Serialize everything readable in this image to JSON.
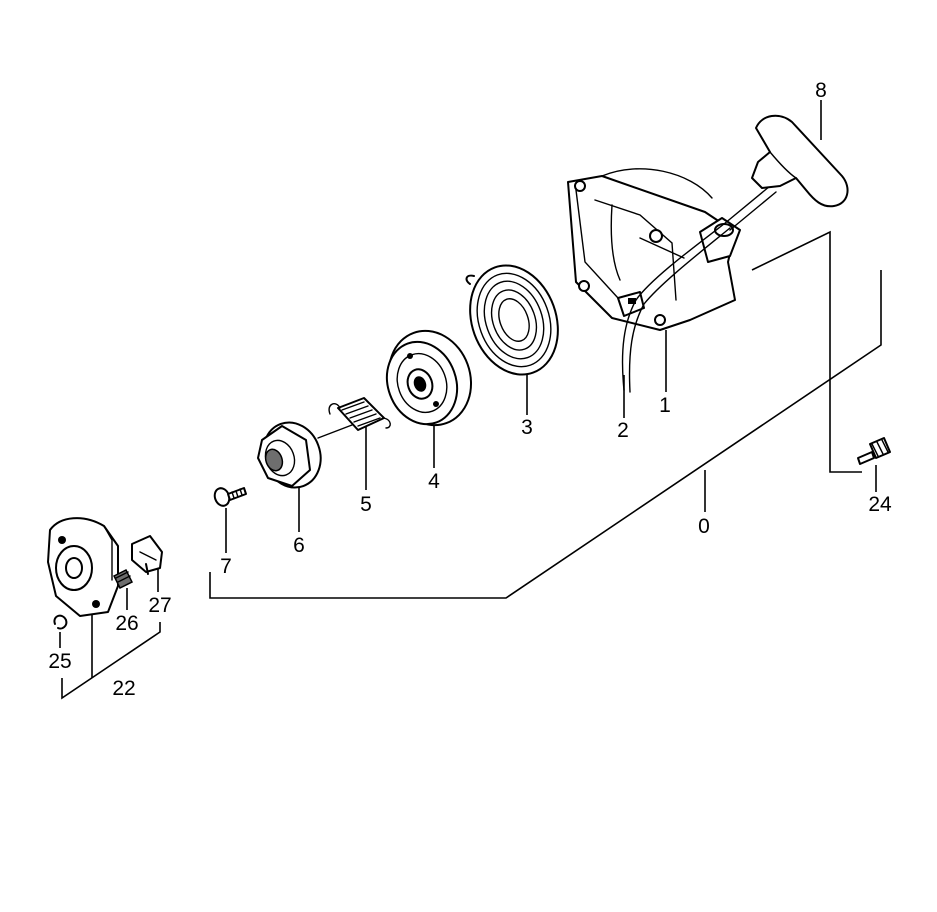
{
  "diagram": {
    "callouts": {
      "c0": "0",
      "c1": "1",
      "c2": "2",
      "c3": "3",
      "c4": "4",
      "c5": "5",
      "c6": "6",
      "c7": "7",
      "c8": "8",
      "c22": "22",
      "c24": "24",
      "c25": "25",
      "c26": "26",
      "c27": "27"
    }
  }
}
